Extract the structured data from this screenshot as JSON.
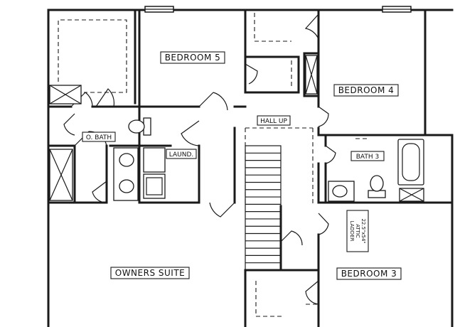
{
  "rooms": {
    "bedroom_5": "BEDROOM 5",
    "bedroom_4": "BEDROOM 4",
    "bedroom_3": "BEDROOM 3",
    "owners_suite": "OWNERS SUITE",
    "owners_bath": "O. BATH",
    "laundry": "LAUND.",
    "hall": "HALL UP",
    "bath_3": "BATH 3"
  },
  "attic": {
    "line1": "22.5\"x54\"",
    "line2": "ATTIC",
    "line3": "LADDER"
  }
}
